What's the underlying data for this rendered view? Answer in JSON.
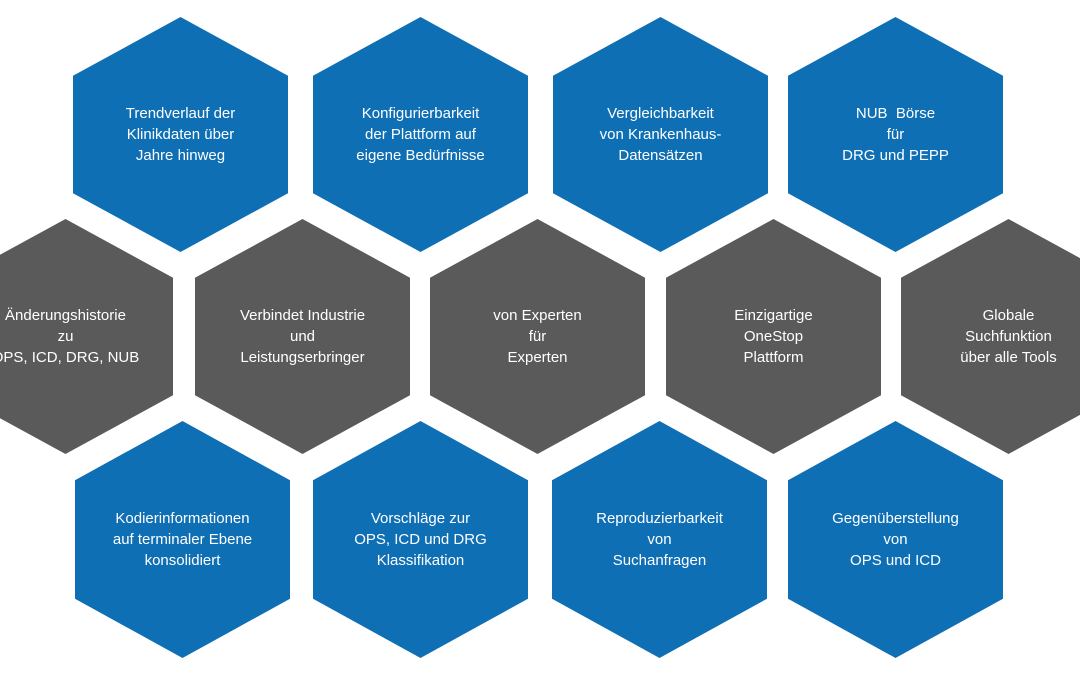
{
  "colors": {
    "blue": "#0e6fb5",
    "gray": "#5a5a5a",
    "text": "#ffffff",
    "background": "#ffffff"
  },
  "hexagons": {
    "row1": [
      {
        "label": "Trendverlauf der\nKlinikdaten über\nJahre hinweg",
        "color": "blue"
      },
      {
        "label": "Konfigurierbarkeit\nder Plattform auf\neigene Bedürfnisse",
        "color": "blue"
      },
      {
        "label": "Vergleichbarkeit\nvon Krankenhaus-\nDatensätzen",
        "color": "blue"
      },
      {
        "label": "NUB  Börse\nfür\nDRG und PEPP",
        "color": "blue"
      }
    ],
    "row2": [
      {
        "label": "Änderungshistorie\nzu\nOPS, ICD, DRG, NUB",
        "color": "gray"
      },
      {
        "label": "Verbindet Industrie\nund\nLeistungserbringer",
        "color": "gray"
      },
      {
        "label": "von Experten\nfür\nExperten",
        "color": "gray"
      },
      {
        "label": "Einzigartige\nOneStop\nPlattform",
        "color": "gray"
      },
      {
        "label": "Globale\nSuchfunktion\nüber alle Tools",
        "color": "gray"
      }
    ],
    "row3": [
      {
        "label": "Kodierinformationen\nauf terminaler Ebene\nkonsolidiert",
        "color": "blue"
      },
      {
        "label": "Vorschläge zur\nOPS, ICD und DRG\nKlassifikation",
        "color": "blue"
      },
      {
        "label": "Reproduzierbarkeit\nvon\nSuchanfragen",
        "color": "blue"
      },
      {
        "label": "Gegenüberstellung\nvon\nOPS und ICD",
        "color": "blue"
      }
    ]
  }
}
